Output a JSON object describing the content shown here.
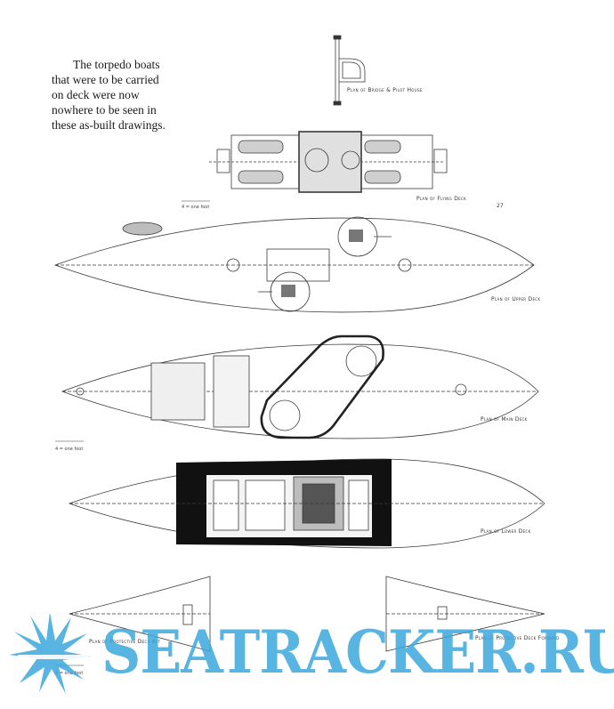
{
  "caption": "The torpedo boats that were to be carried on deck were now nowhere to be seen in these as-built drawings.",
  "plans": {
    "bridge": "Plan of Bridge & Pilot House",
    "flying_deck": "Plan of Flying Deck",
    "upper_deck": "Plan of Upper Deck",
    "main_deck": "Plan of Main Deck",
    "lower_deck": "Plan of Lower Deck",
    "protective_aft": "Plan of Protective Deck Aft",
    "protective_fwd": "Plan of Protective Deck Forward"
  },
  "sheet_number": "27",
  "scale_labels": {
    "flying": "4 = one foot",
    "main": "4 = one foot",
    "protective": "4 = one foot"
  },
  "watermark": {
    "text": "SEATRACKER.RU",
    "color": "#3ba7db"
  }
}
